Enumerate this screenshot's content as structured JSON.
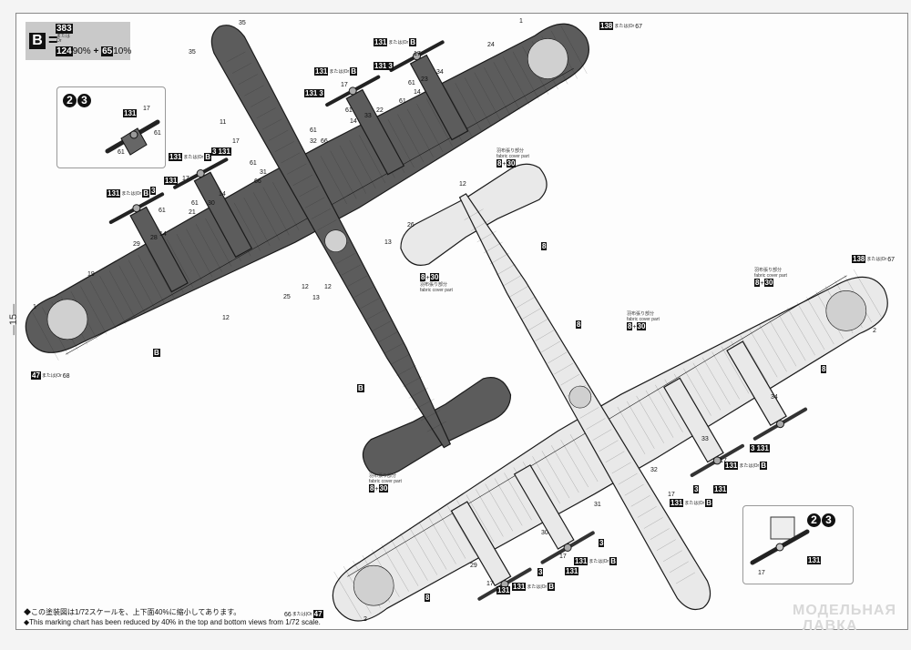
{
  "page_number": "—15—",
  "legend": {
    "label": "B",
    "equals": "=",
    "primary": "383",
    "or_jp": "または",
    "or_en": "Or",
    "mix_a": "124",
    "mix_a_pct": "90%",
    "plus": "+",
    "mix_b": "65",
    "mix_b_pct": "10%"
  },
  "notes": {
    "jp": "◆この塗装図は1/72スケールを、上下面40%に縮小してあります。",
    "en": "◆This marking chart has been reduced by 40% in the top and bottom views from 1/72 scale."
  },
  "insets": [
    {
      "steps": [
        "2",
        "3"
      ],
      "parts": [
        "131",
        "17",
        "61",
        "61"
      ]
    },
    {
      "steps": [
        "2",
        "3"
      ],
      "parts": [
        "131",
        "17"
      ]
    }
  ],
  "watermark": [
    "МОДЕЛЬНАЯ",
    "ЛАВКА"
  ],
  "colors": {
    "dark": "#5c5c5c",
    "light": "#e9e9e9",
    "line": "#1a1a1a",
    "roundel": "#d0d0d0"
  },
  "callouts": [
    [
      {
        "t": "35"
      }
    ],
    [
      {
        "t": "35"
      }
    ],
    [
      {
        "t": "1"
      }
    ],
    [
      {
        "b": "138"
      },
      {
        "o": "または|Or"
      },
      {
        "t": "67"
      }
    ],
    [
      {
        "t": "24"
      }
    ],
    [
      {
        "b": "131"
      },
      {
        "o": "または|Or"
      },
      {
        "b": "B"
      }
    ],
    [
      {
        "t": "17"
      }
    ],
    [
      {
        "b": "131"
      },
      {
        "b": "3"
      }
    ],
    [
      {
        "t": "34"
      }
    ],
    [
      {
        "t": "23"
      }
    ],
    [
      {
        "t": "61"
      }
    ],
    [
      {
        "t": "14"
      }
    ],
    [
      {
        "b": "131"
      },
      {
        "o": "または|Or"
      },
      {
        "b": "B"
      }
    ],
    [
      {
        "t": "17"
      }
    ],
    [
      {
        "b": "131"
      },
      {
        "b": "3"
      }
    ],
    [
      {
        "t": "61"
      }
    ],
    [
      {
        "t": "22"
      }
    ],
    [
      {
        "t": "33"
      }
    ],
    [
      {
        "t": "61"
      }
    ],
    [
      {
        "t": "14"
      }
    ],
    [
      {
        "t": "61"
      }
    ],
    [
      {
        "t": "32"
      }
    ],
    [
      {
        "t": "66"
      }
    ],
    [
      {
        "t": "11"
      }
    ],
    [
      {
        "t": "17"
      }
    ],
    [
      {
        "b": "3"
      },
      {
        "b": "131"
      }
    ],
    [
      {
        "b": "131"
      },
      {
        "o": "または|Or"
      },
      {
        "b": "B"
      }
    ],
    [
      {
        "t": "61"
      }
    ],
    [
      {
        "t": "31"
      }
    ],
    [
      {
        "t": "66"
      }
    ],
    [
      {
        "b": "131"
      }
    ],
    [
      {
        "t": "17"
      }
    ],
    [
      {
        "b": "131"
      },
      {
        "o": "または|Or"
      },
      {
        "b": "B"
      }
    ],
    [
      {
        "b": "3"
      }
    ],
    [
      {
        "t": "61"
      }
    ],
    [
      {
        "t": "14"
      }
    ],
    [
      {
        "t": "30"
      }
    ],
    [
      {
        "t": "61"
      }
    ],
    [
      {
        "t": "21"
      }
    ],
    [
      {
        "t": "28"
      }
    ],
    [
      {
        "t": "14"
      }
    ],
    [
      {
        "t": "29"
      }
    ],
    [
      {
        "t": "19"
      }
    ],
    [
      {
        "t": "1"
      }
    ],
    [
      {
        "b": "B"
      }
    ],
    [
      {
        "b": "47"
      },
      {
        "o": "または|Or"
      },
      {
        "t": "68"
      }
    ],
    [
      {
        "t": "12"
      }
    ],
    [
      {
        "t": "25"
      }
    ],
    [
      {
        "t": "12"
      }
    ],
    [
      {
        "t": "13"
      }
    ],
    [
      {
        "t": "26"
      }
    ],
    [
      {
        "t": "13"
      }
    ],
    [
      {
        "t": "12"
      }
    ],
    [
      {
        "t": "12"
      }
    ],
    [
      {
        "b": "B"
      }
    ],
    [
      {
        "f": "羽布張り部分|fabric cover part"
      },
      {
        "b": "8"
      },
      {
        "t": "+"
      },
      {
        "b": "30"
      }
    ],
    [
      {
        "b": "8"
      },
      {
        "t": "+"
      },
      {
        "b": "30"
      },
      {
        "f": "羽布張り部分|fabric cover part"
      }
    ],
    [
      {
        "b": "8"
      }
    ],
    [
      {
        "b": "8"
      }
    ],
    [
      {
        "f": "羽布張り部分|fabric cover part"
      },
      {
        "b": "8"
      },
      {
        "t": "+"
      },
      {
        "b": "30"
      }
    ],
    [
      {
        "b": "138"
      },
      {
        "o": "または|Or"
      },
      {
        "t": "67"
      }
    ],
    [
      {
        "f": "羽布張り部分|fabric cover part"
      },
      {
        "b": "8"
      },
      {
        "t": "+"
      },
      {
        "b": "30"
      }
    ],
    [
      {
        "t": "2"
      }
    ],
    [
      {
        "b": "8"
      }
    ],
    [
      {
        "t": "34"
      }
    ],
    [
      {
        "t": "33"
      }
    ],
    [
      {
        "b": "3"
      },
      {
        "b": "131"
      }
    ],
    [
      {
        "t": "17"
      }
    ],
    [
      {
        "b": "131"
      },
      {
        "o": "または|Or"
      },
      {
        "b": "B"
      }
    ],
    [
      {
        "t": "32"
      }
    ],
    [
      {
        "b": "3"
      }
    ],
    [
      {
        "b": "131"
      }
    ],
    [
      {
        "t": "17"
      }
    ],
    [
      {
        "b": "131"
      },
      {
        "o": "または|Or"
      },
      {
        "b": "B"
      }
    ],
    [
      {
        "t": "31"
      }
    ],
    [
      {
        "f": "羽布張り部分|fabric cover part"
      },
      {
        "b": "8"
      },
      {
        "t": "+"
      },
      {
        "b": "30"
      }
    ],
    [
      {
        "t": "30"
      }
    ],
    [
      {
        "b": "3"
      }
    ],
    [
      {
        "t": "17"
      }
    ],
    [
      {
        "b": "131"
      }
    ],
    [
      {
        "b": "131"
      },
      {
        "o": "または|Or"
      },
      {
        "b": "B"
      }
    ],
    [
      {
        "t": "29"
      }
    ],
    [
      {
        "t": "17"
      }
    ],
    [
      {
        "b": "3"
      }
    ],
    [
      {
        "b": "131"
      }
    ],
    [
      {
        "b": "131"
      },
      {
        "o": "または|Or"
      },
      {
        "b": "B"
      }
    ],
    [
      {
        "b": "8"
      }
    ],
    [
      {
        "t": "2"
      }
    ],
    [
      {
        "t": "66"
      },
      {
        "o": "または|Or"
      },
      {
        "b": "47"
      }
    ]
  ]
}
